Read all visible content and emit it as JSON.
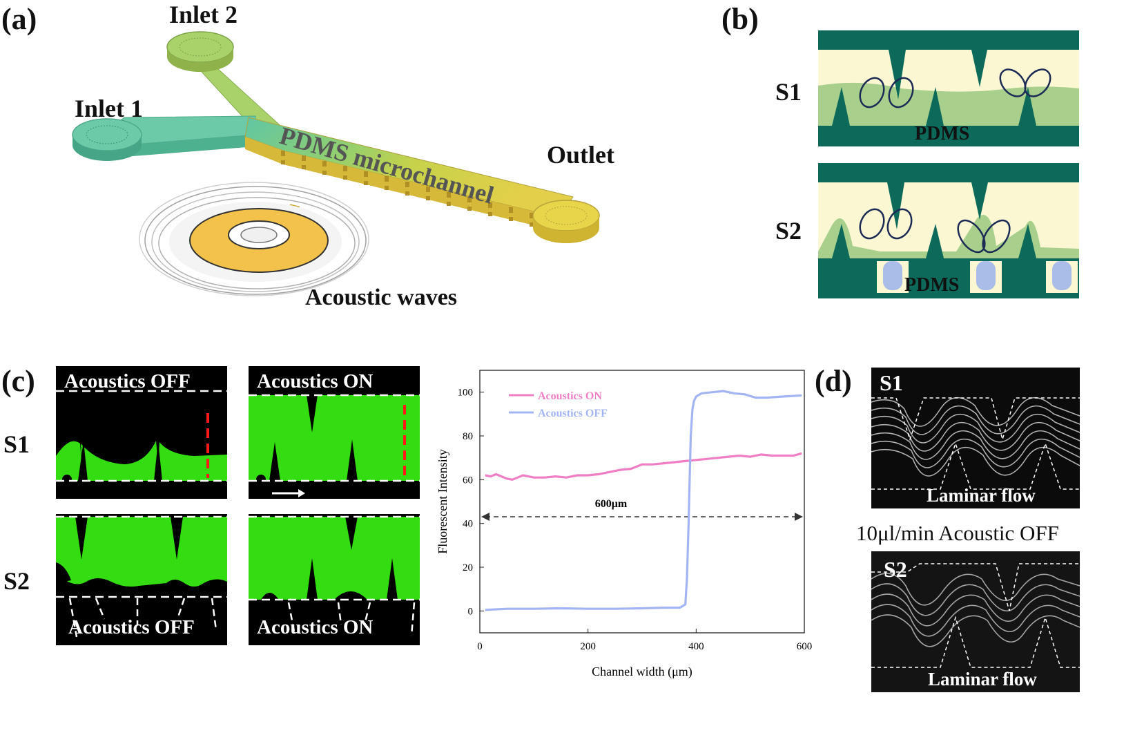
{
  "panel_a": {
    "letter": "(a)",
    "inlet1": "Inlet 1",
    "inlet2": "Inlet 2",
    "channel": "PDMS microchannel",
    "outlet": "Outlet",
    "waves": "Acoustic waves"
  },
  "panel_b": {
    "letter": "(b)",
    "rows": [
      {
        "label": "S1",
        "material": "PDMS"
      },
      {
        "label": "S2",
        "material": "PDMS"
      }
    ]
  },
  "panel_c": {
    "letter": "(c)",
    "row_labels": [
      "S1",
      "S2"
    ],
    "tiles": [
      {
        "label": "Acoustics OFF"
      },
      {
        "label": "Acoustics ON"
      },
      {
        "label": "Acoustics OFF"
      },
      {
        "label": "Acoustics ON"
      }
    ],
    "dimension_label": "600μm"
  },
  "panel_d": {
    "letter": "(d)",
    "top": {
      "label": "S1",
      "caption": "Laminar flow"
    },
    "condition": "10μl/min Acoustic OFF",
    "bottom": {
      "label": "S2",
      "caption": "Laminar flow"
    }
  },
  "chart_data": {
    "type": "line",
    "xlabel": "Channel width (μm)",
    "ylabel": "Fluorescent Intensity",
    "xlim": [
      0,
      600
    ],
    "ylim": [
      -10,
      110
    ],
    "xticks": [
      0,
      200,
      400,
      600
    ],
    "yticks": [
      0,
      20,
      40,
      60,
      80,
      100
    ],
    "legend_position": "top-left",
    "grid": false,
    "series": [
      {
        "name": "Acoustics ON",
        "color": "#f07ec4",
        "x": [
          10,
          20,
          30,
          40,
          50,
          60,
          70,
          80,
          100,
          120,
          140,
          160,
          180,
          200,
          220,
          240,
          260,
          280,
          300,
          320,
          340,
          360,
          380,
          400,
          420,
          440,
          460,
          480,
          500,
          520,
          540,
          560,
          580,
          595
        ],
        "y": [
          62,
          61.5,
          62.5,
          61.5,
          60.5,
          60,
          61,
          62,
          61,
          61,
          61.5,
          61,
          62,
          62,
          62.5,
          63.5,
          64.5,
          65,
          67,
          67,
          67.5,
          68,
          68.5,
          69,
          69.5,
          70,
          70.5,
          71,
          70.5,
          71.5,
          71,
          71,
          71,
          72
        ]
      },
      {
        "name": "Acoustics OFF",
        "color": "#a3b4f2",
        "x": [
          10,
          50,
          100,
          150,
          200,
          250,
          300,
          340,
          370,
          380,
          383,
          386,
          388,
          390,
          393,
          396,
          400,
          410,
          430,
          450,
          470,
          490,
          510,
          530,
          560,
          595
        ],
        "y": [
          0.5,
          1,
          1,
          1.2,
          1,
          1,
          1.2,
          1.5,
          1.5,
          3,
          15,
          40,
          60,
          80,
          92,
          96,
          98,
          99.5,
          100,
          100.5,
          99.5,
          99,
          97.5,
          97.5,
          98,
          98.5
        ]
      }
    ]
  }
}
